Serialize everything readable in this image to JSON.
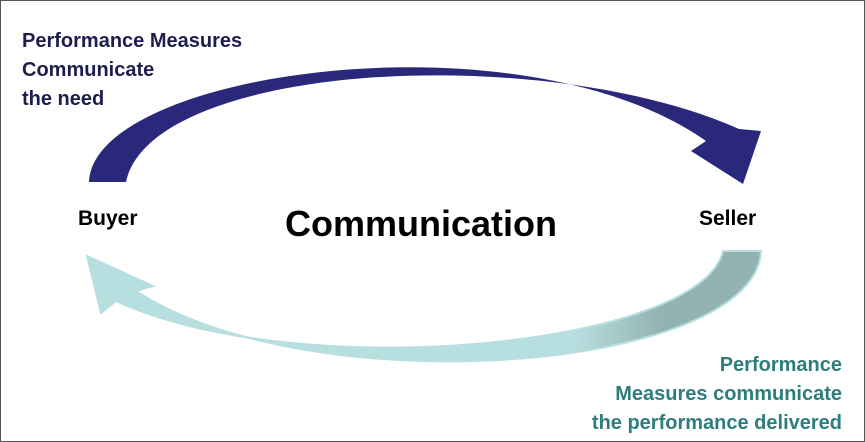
{
  "labels": {
    "top_left": [
      "Performance Measures",
      "Communicate",
      "the need"
    ],
    "buyer": "Buyer",
    "seller": "Seller",
    "center": "Communication",
    "bottom_right": [
      "Performance",
      "Measures communicate",
      "the performance delivered"
    ]
  },
  "colors": {
    "top_arrow": "#29287a",
    "bottom_arrow": "#b8dfe0",
    "bottom_arrow_shade": "#93b3b3",
    "top_text": "#1f1d4f",
    "bottom_text": "#2e7d7d"
  }
}
